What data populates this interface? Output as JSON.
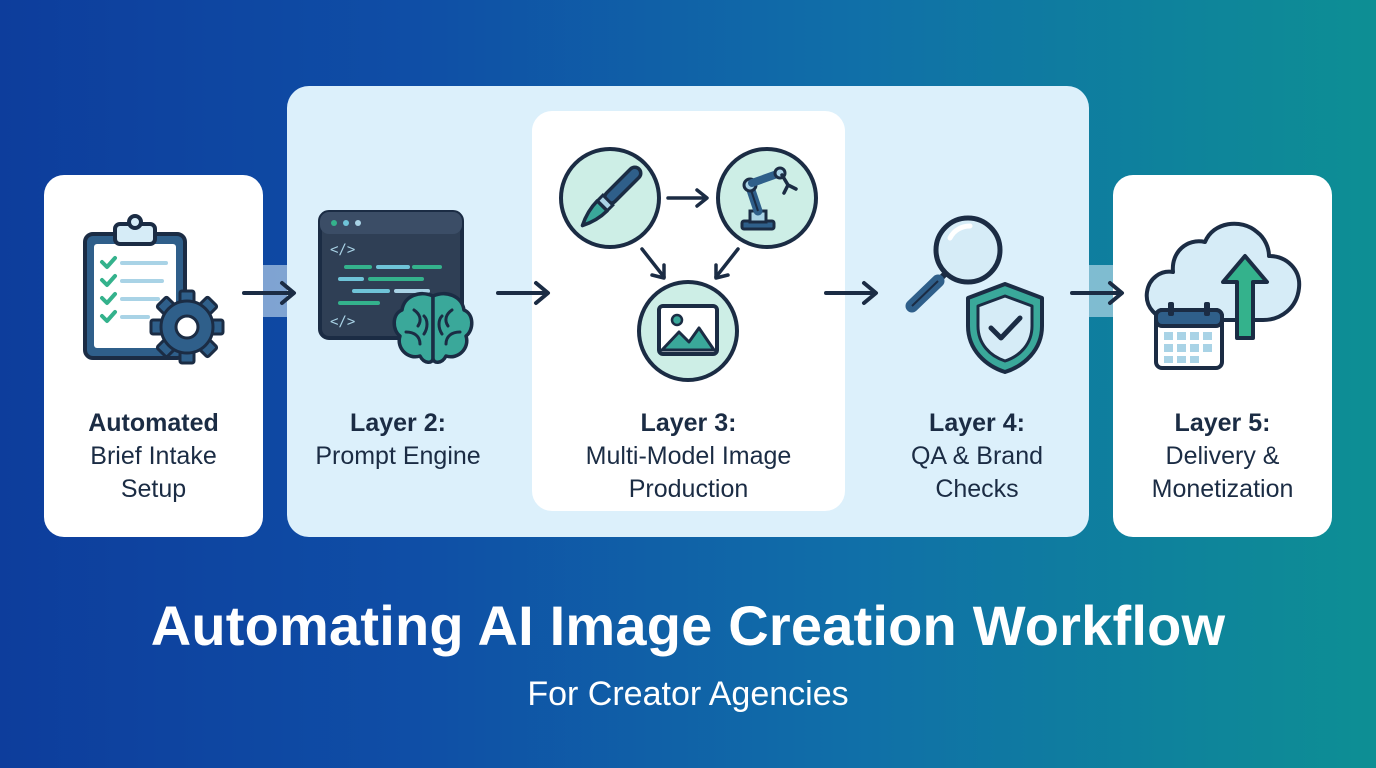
{
  "steps": [
    {
      "title": "Automated",
      "subtitle_lines": [
        "Brief Intake",
        "Setup"
      ]
    },
    {
      "title": "Layer 2:",
      "subtitle_lines": [
        "Prompt Engine"
      ]
    },
    {
      "title": "Layer 3:",
      "subtitle_lines": [
        "Multi-Model Image",
        "Production"
      ]
    },
    {
      "title": "Layer 4:",
      "subtitle_lines": [
        "QA & Brand",
        "Checks"
      ]
    },
    {
      "title": "Layer 5:",
      "subtitle_lines": [
        "Delivery &",
        "Monetization"
      ]
    }
  ],
  "icons": {
    "step1": [
      "clipboard-checklist-icon",
      "gear-icon"
    ],
    "step2": [
      "code-window-icon",
      "brain-icon"
    ],
    "step3": [
      "paintbrush-icon",
      "robotic-arm-icon",
      "image-icon"
    ],
    "step4": [
      "magnifying-glass-icon",
      "shield-check-icon"
    ],
    "step5": [
      "cloud-upload-icon",
      "calendar-icon"
    ]
  },
  "code_glyph": "</>",
  "heading": "Automating AI Image Creation Workflow",
  "subheading": "For Creator Agencies",
  "colors": {
    "navy": "#1b2c44",
    "teal": "#3aa89a",
    "teal_light": "#cdeee6",
    "blue_light": "#d6ecf7",
    "green_check": "#34b28c",
    "bg_start": "#0d3d9c",
    "bg_end": "#0d8f94"
  }
}
